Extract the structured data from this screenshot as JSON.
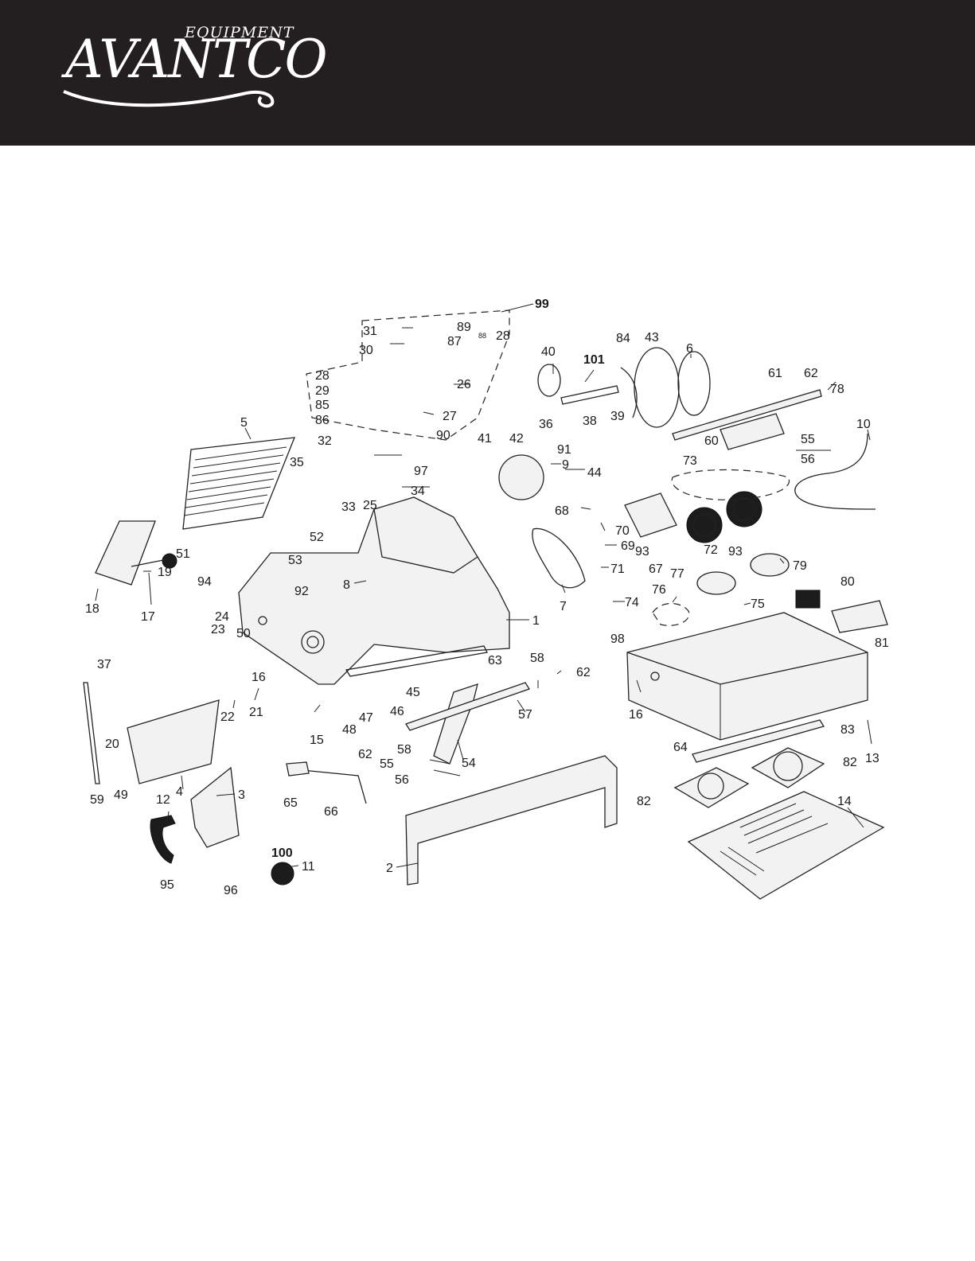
{
  "brand": {
    "word": "AVANTCO",
    "sub": "EQUIPMENT"
  },
  "colors": {
    "header": "#231f20",
    "logo": "#ffffff",
    "line": "#222222"
  },
  "callouts": {
    "c1": "1",
    "c2": "2",
    "c3": "3",
    "c4": "4",
    "c5": "5",
    "c6": "6",
    "c7": "7",
    "c8": "8",
    "c9": "9",
    "c10": "10",
    "c11": "11",
    "c12": "12",
    "c13": "13",
    "c14": "14",
    "c15": "15",
    "c16a": "16",
    "c16b": "16",
    "c17": "17",
    "c18": "18",
    "c19": "19",
    "c20": "20",
    "c21": "21",
    "c22": "22",
    "c23": "23",
    "c24": "24",
    "c25": "25",
    "c26": "26",
    "c27": "27",
    "c28a": "28",
    "c28b": "28",
    "c29": "29",
    "c30": "30",
    "c31": "31",
    "c32": "32",
    "c33": "33",
    "c34": "34",
    "c35": "35",
    "c36": "36",
    "c37": "37",
    "c38": "38",
    "c39": "39",
    "c40": "40",
    "c41": "41",
    "c42": "42",
    "c43": "43",
    "c44": "44",
    "c45": "45",
    "c46": "46",
    "c47": "47",
    "c48": "48",
    "c49": "49",
    "c50": "50",
    "c51": "51",
    "c52": "52",
    "c53": "53",
    "c54": "54",
    "c55a": "55",
    "c55b": "55",
    "c56a": "56",
    "c56b": "56",
    "c57": "57",
    "c58a": "58",
    "c58b": "58",
    "c59": "59",
    "c60": "60",
    "c61": "61",
    "c62a": "62",
    "c62b": "62",
    "c62c": "62",
    "c63": "63",
    "c64": "64",
    "c65": "65",
    "c66": "66",
    "c67": "67",
    "c68": "68",
    "c69": "69",
    "c70": "70",
    "c71": "71",
    "c72": "72",
    "c73": "73",
    "c74": "74",
    "c75": "75",
    "c76": "76",
    "c77": "77",
    "c78": "78",
    "c79": "79",
    "c80": "80",
    "c81": "81",
    "c82a": "82",
    "c82b": "82",
    "c83": "83",
    "c84": "84",
    "c85": "85",
    "c86": "86",
    "c87": "87",
    "c88": "88",
    "c89": "89",
    "c90": "90",
    "c91": "91",
    "c92": "92",
    "c93a": "93",
    "c93b": "93",
    "c94": "94",
    "c95": "95",
    "c96": "96",
    "c97": "97",
    "c98": "98",
    "c99": "99",
    "c100": "100",
    "c101": "101"
  }
}
